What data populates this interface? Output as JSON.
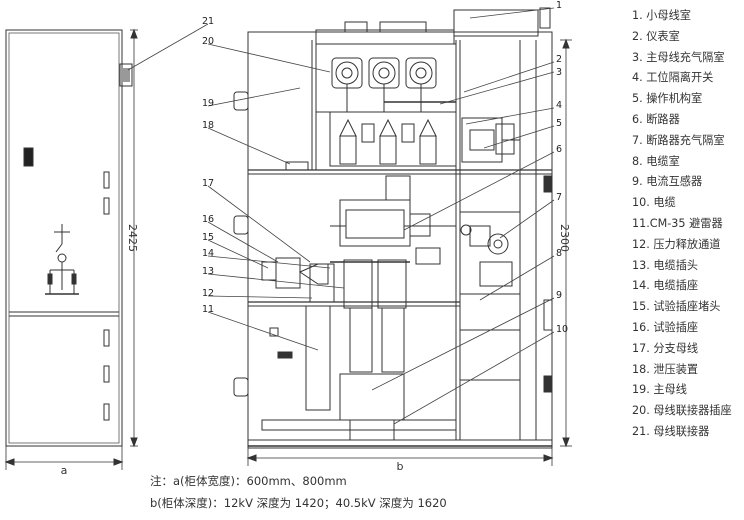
{
  "callouts": [
    "1",
    "2",
    "3",
    "4",
    "5",
    "6",
    "7",
    "8",
    "9",
    "10",
    "11",
    "12",
    "13",
    "14",
    "15",
    "16",
    "17",
    "18",
    "19",
    "20",
    "21"
  ],
  "dimensions": {
    "side_height": "2425",
    "front_height": "2300",
    "width_a": "a",
    "width_b": "b"
  },
  "legend": [
    "1. 小母线室",
    "2. 仪表室",
    "3. 主母线充气隔室",
    "4. 工位隔离开关",
    "5. 操作机构室",
    "6. 断路器",
    "7. 断路器充气隔室",
    "8. 电缆室",
    "9. 电流互感器",
    "10. 电缆",
    "11.CM-35 避雷器",
    "12. 压力释放通道",
    "13. 电缆插头",
    "14. 电缆插座",
    "15. 试验插座堵头",
    "16. 试验插座",
    "17. 分支母线",
    "18. 泄压装置",
    "19. 主母线",
    "20. 母线联接器插座",
    "21. 母线联接器"
  ],
  "notes": [
    "注：a(柜体宽度)：600mm、800mm",
    "b(柜体深度)：12kV 深度为 1420；40.5kV 深度为 1620"
  ]
}
